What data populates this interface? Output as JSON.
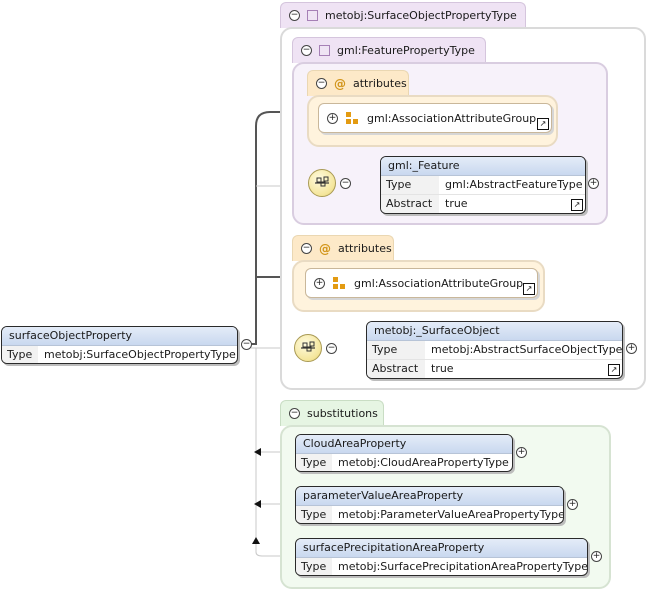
{
  "surface_object_property": {
    "name": "surfaceObjectProperty",
    "type_label": "Type",
    "type_value": "metobj:SurfaceObjectPropertyType"
  },
  "complex_type": {
    "name": "metobj:SurfaceObjectPropertyType",
    "base": {
      "name": "gml:FeaturePropertyType",
      "attributes_label": "attributes",
      "attribute_group": "gml:AssociationAttributeGroup",
      "feature_element": {
        "name": "gml:_Feature",
        "type_label": "Type",
        "type_value": "gml:AbstractFeatureType",
        "abstract_label": "Abstract",
        "abstract_value": "true"
      }
    },
    "attributes_label": "attributes",
    "attribute_group": "gml:AssociationAttributeGroup",
    "surface_object_element": {
      "name": "metobj:_SurfaceObject",
      "type_label": "Type",
      "type_value": "metobj:AbstractSurfaceObjectType",
      "abstract_label": "Abstract",
      "abstract_value": "true"
    }
  },
  "substitutions": {
    "label": "substitutions",
    "items": [
      {
        "name": "CloudAreaProperty",
        "type_label": "Type",
        "type_value": "metobj:CloudAreaPropertyType"
      },
      {
        "name": "parameterValueAreaProperty",
        "type_label": "Type",
        "type_value": "metobj:ParameterValueAreaPropertyType"
      },
      {
        "name": "surfacePrecipitationAreaProperty",
        "type_label": "Type",
        "type_value": "metobj:SurfacePrecipitationAreaPropertyType"
      }
    ]
  },
  "icons": {
    "collapse": "−",
    "expand": "+",
    "attribute": "@",
    "link": "↗",
    "sequence": "⊶"
  }
}
